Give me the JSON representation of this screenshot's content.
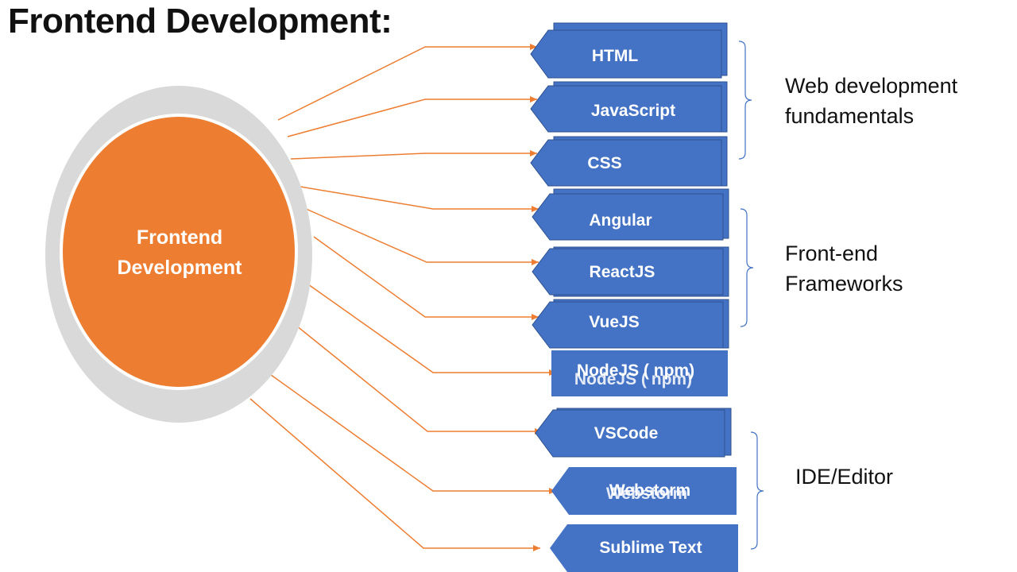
{
  "title": "Frontend Development:",
  "center_node": {
    "line1": "Frontend",
    "line2": "Development"
  },
  "nodes": [
    "HTML",
    "JavaScript",
    "CSS",
    "Angular",
    "ReactJS",
    "VueJS",
    "NodeJS ( npm)",
    "VSCode",
    "Webstorm",
    "Sublime Text"
  ],
  "groups": [
    {
      "line1": "Web development",
      "line2": "fundamentals"
    },
    {
      "line1": "Front-end",
      "line2": "Frameworks"
    },
    {
      "line1": "IDE/Editor",
      "line2": ""
    }
  ],
  "colors": {
    "node_fill": "#4472C4",
    "node_text": "#FFFFFF",
    "center_fill": "#ED7D31",
    "center_ring": "#D9D9D9",
    "connector": "#ED7D31",
    "bracket": "#4472C4"
  }
}
